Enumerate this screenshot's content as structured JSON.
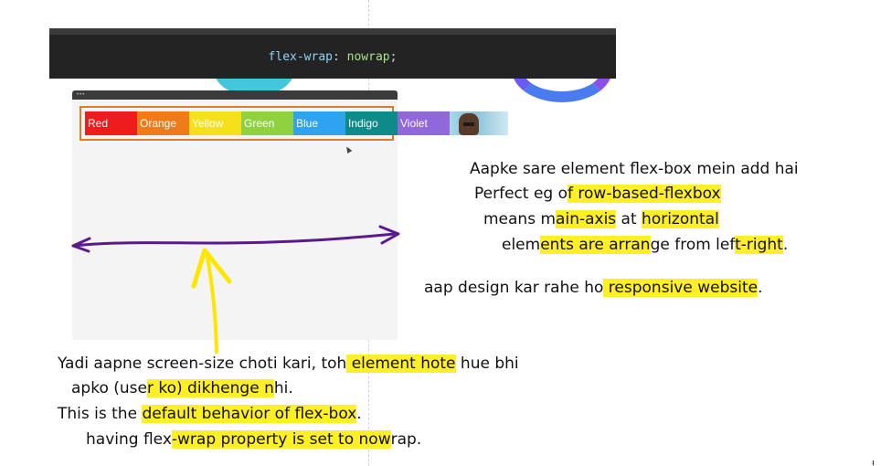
{
  "code": {
    "property": "flex-wrap",
    "colon": ":",
    "value": "nowrap",
    "semicolon": ";"
  },
  "browser": {
    "dots": "•••",
    "items": [
      {
        "label": "Red",
        "color": "#ee1c1c"
      },
      {
        "label": "Orange",
        "color": "#f07b1a"
      },
      {
        "label": "Yellow",
        "color": "#f4e11b"
      },
      {
        "label": "Green",
        "color": "#8fd13f"
      },
      {
        "label": "Blue",
        "color": "#2fa2f0"
      },
      {
        "label": "Indigo",
        "color": "#0f8a8a"
      },
      {
        "label": "Violet",
        "color": "#9167dc"
      }
    ]
  },
  "notes_right": {
    "l1": "Aapke sare element flex-box mein add hai",
    "l2a": "Perfect eg o",
    "l2b": "f row-based-flexbox",
    "l3a": "means m",
    "l3b": "ain-axis",
    "l3c": " at ",
    "l3d": "horizontal",
    "l4a": "elem",
    "l4b": "ents are arran",
    "l4c": "ge from lef",
    "l4d": "t-right",
    "l4e": ".",
    "l5a": "aap design kar rahe ho",
    "l5b": " responsive website",
    "l5c": "."
  },
  "notes_bottom": {
    "l1a": "Yadi aapne screen-size choti kari, toh",
    "l1b": " element hote",
    "l1c": " hue  bhi",
    "l2a": "apko (use",
    "l2b": "r ko) dikhenge n",
    "l2c": "hi.",
    "l3a": "This is the ",
    "l3b": "default behavior of flex-box",
    "l3c": ".",
    "l4a": "having flex",
    "l4b": "-wrap property is set to now",
    "l4c": "rap."
  },
  "colors": {
    "ink_purple": "#5b1a8c",
    "ink_yellow": "#ffe600",
    "highlight": "#ffec00"
  }
}
